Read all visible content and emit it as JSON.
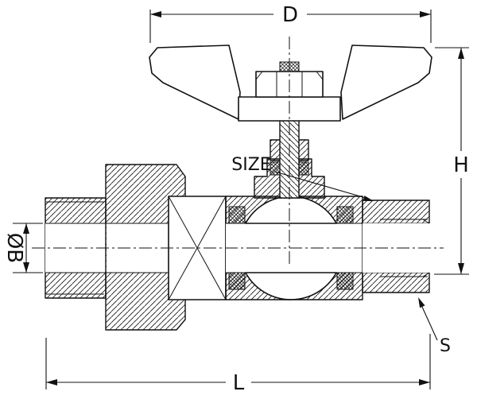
{
  "drawing": {
    "title": "ball-valve-cross-section",
    "labels": {
      "width_top": "D",
      "height_right": "H",
      "bore_left": "ØB",
      "length_bottom": "L",
      "size_callout": "SIZE",
      "wrench_callout": "S"
    },
    "colors": {
      "line": "#111111",
      "background": "#ffffff"
    }
  }
}
